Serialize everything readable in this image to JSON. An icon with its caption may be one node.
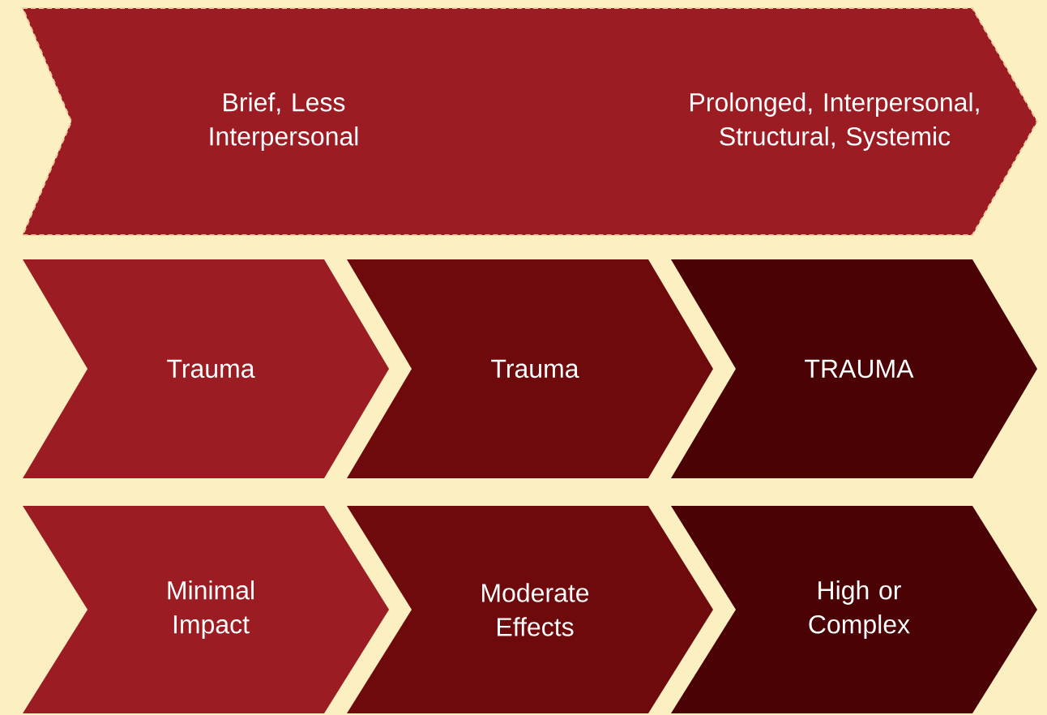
{
  "diagram": {
    "nodes": [
      {
        "text": [
          "Brief, Less Interpersonal",
          "Prolonged, Interpersonal, Structural, Systemic"
        ]
      },
      {
        "text": [
          "Trauma"
        ]
      },
      {
        "text": [
          "Trauma"
        ]
      },
      {
        "text": [
          "TRAUMA"
        ]
      },
      {
        "text": [
          "Minimal Impact"
        ]
      },
      {
        "text": [
          "Moderate Effects"
        ]
      },
      {
        "text": [
          "High or Complex"
        ]
      }
    ]
  }
}
